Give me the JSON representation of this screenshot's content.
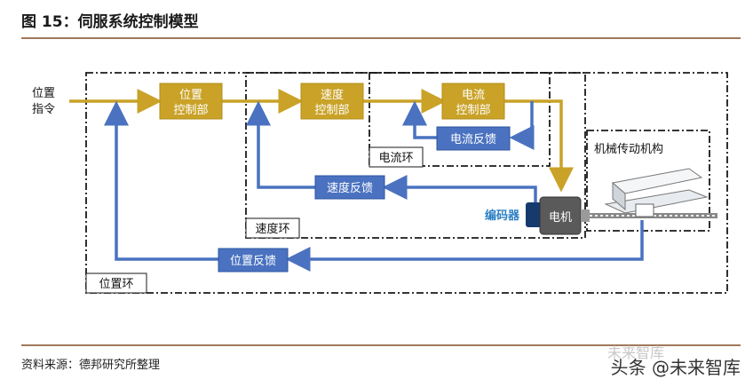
{
  "title": "图 15：伺服系统控制模型",
  "source": "资料来源：德邦研究所整理",
  "watermark": "头条 @未来智库",
  "watermark_ghost": "未来智库",
  "diagram": {
    "input_label": [
      "位置",
      "指令"
    ],
    "pos_ctrl": [
      "位置",
      "控制部"
    ],
    "speed_ctrl": [
      "速度",
      "控制部"
    ],
    "current_ctrl": [
      "电流",
      "控制部"
    ],
    "current_fb": "电流反馈",
    "speed_fb": "速度反馈",
    "pos_fb": "位置反馈",
    "current_loop": "电流环",
    "speed_loop": "速度环",
    "pos_loop": "位置环",
    "encoder": "编码器",
    "motor": "电机",
    "mechanism": "机械传动机构"
  }
}
